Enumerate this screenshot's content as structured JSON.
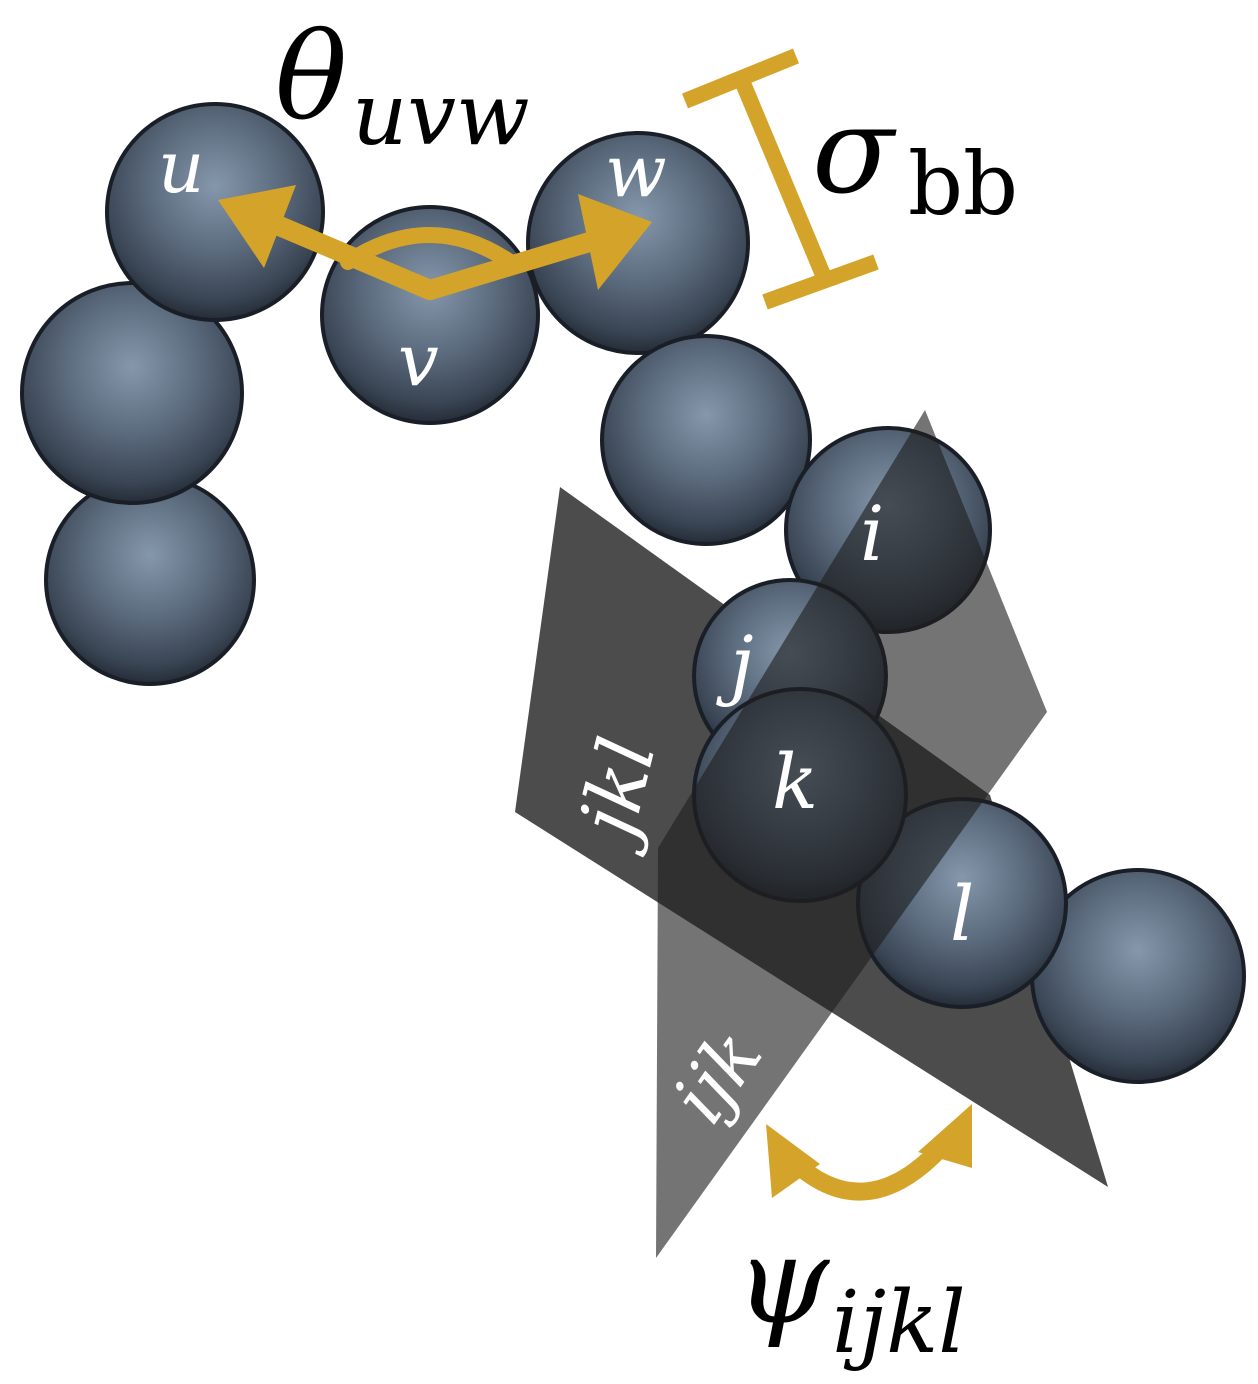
{
  "labels": {
    "bead_u": "u",
    "bead_v": "v",
    "bead_w": "w",
    "bead_i": "i",
    "bead_j": "j",
    "bead_k": "k",
    "bead_l": "l",
    "plane_jkl": "jkl",
    "plane_ijk": "ijk",
    "theta_symbol": "θ",
    "theta_sub": "uvw",
    "sigma_symbol": "σ",
    "sigma_sub": "bb",
    "psi_symbol": "ψ",
    "psi_sub": "ijkl"
  },
  "colors": {
    "bead_fill": "#5a6a7c",
    "bead_highlight": "#7d8ea2",
    "bead_shadow": "#2c3542",
    "plane_color": "#3a3a3a",
    "accent_gold": "#d4a42a",
    "label_white": "#ffffff",
    "label_black": "#000000"
  }
}
